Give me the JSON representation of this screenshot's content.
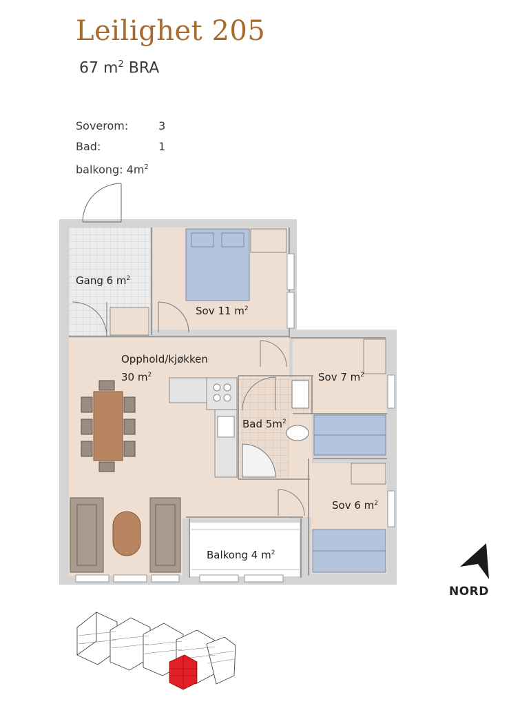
{
  "header": {
    "title": "Leilighet 205",
    "area_value": "67 m",
    "area_sup": "2",
    "area_unit": " BRA"
  },
  "facts": [
    {
      "key": "Soverom:",
      "value": "3"
    },
    {
      "key": "Bad:",
      "value": "1"
    },
    {
      "key": "balkong: 4m",
      "sup": "2",
      "value": ""
    }
  ],
  "rooms": {
    "gang": {
      "name": "Gang 6 m",
      "sup": "2"
    },
    "sov11": {
      "name": "Sov 11 m",
      "sup": "2"
    },
    "opphold": {
      "name": "Opphold/kjøkken",
      "area": "30 m",
      "sup": "2"
    },
    "sov7": {
      "name": "Sov 7 m",
      "sup": "2"
    },
    "bad": {
      "name": "Bad 5m",
      "sup": "2"
    },
    "sov6": {
      "name": "Sov 6 m",
      "sup": "2"
    },
    "balkong": {
      "name": "Balkong 4 m",
      "sup": "2"
    }
  },
  "compass": {
    "label": "NORD"
  },
  "colors": {
    "floor": "#efdfd2",
    "wall": "#cfcfcf",
    "bed": "#b5c4dd",
    "tile": "#e8e8e8",
    "furniture": "#a89a8c",
    "table": "#b88560",
    "title": "#a86a2a",
    "highlight": "#e31e24"
  }
}
